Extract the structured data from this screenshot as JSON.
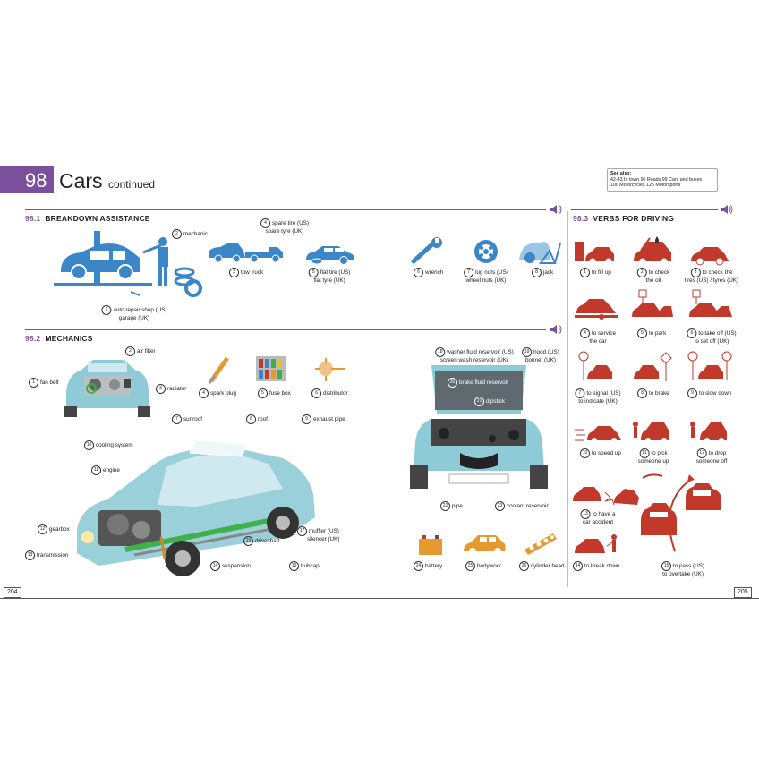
{
  "header": {
    "chapter_number": "98",
    "title": "Cars",
    "title_suffix": "continued",
    "accent": "#7a4f9c"
  },
  "see_also": {
    "heading": "See also:",
    "line1": "42-43 In town 96 Roads 99 Cars and buses",
    "line2": "100 Motorcycles 125 Motorsports"
  },
  "sections": {
    "s1": {
      "num": "98.1",
      "title": "BREAKDOWN ASSISTANCE"
    },
    "s2": {
      "num": "98.2",
      "title": "MECHANICS"
    },
    "s3": {
      "num": "98.3",
      "title": "VERBS FOR DRIVING"
    }
  },
  "breakdown": {
    "n1": "1",
    "l1a": "auto repair shop (US)",
    "l1b": "garage (UK)",
    "n2": "2",
    "l2": "mechanic",
    "n3": "3",
    "l3": "tow truck",
    "n4": "4",
    "l4a": "spare tire (US)",
    "l4b": "spare tyre (UK)",
    "n5": "5",
    "l5a": "flat tire (US)",
    "l5b": "flat tyre (UK)",
    "n6": "6",
    "l6": "wrench",
    "n7": "7",
    "l7a": "lug nuts (US)",
    "l7b": "wheel nuts (UK)",
    "n8": "8",
    "l8": "jack"
  },
  "mechanics": {
    "n1": "1",
    "l1": "fan belt",
    "n2": "2",
    "l2": "air filter",
    "n3": "3",
    "l3": "radiator",
    "n4": "4",
    "l4": "spark plug",
    "n5": "5",
    "l5": "fuse box",
    "n6": "6",
    "l6": "distributor",
    "n7": "7",
    "l7": "sunroof",
    "n8": "8",
    "l8": "roof",
    "n9": "9",
    "l9": "exhaust pipe",
    "n10": "10",
    "l10": "cooling system",
    "n11": "11",
    "l11": "engine",
    "n12": "12",
    "l12": "gearbox",
    "n13": "13",
    "l13": "transmission",
    "n14": "14",
    "l14": "suspension",
    "n15": "15",
    "l15": "driveshaft",
    "n16": "16",
    "l16": "hubcap",
    "n17": "17",
    "l17a": "muffler (US)",
    "l17b": "silencer (UK)",
    "n18": "18",
    "l18a": "washer fluid reservoir (US)",
    "l18b": "screen wash reservoir (UK)",
    "n19": "19",
    "l19a": "hood (US)",
    "l19b": "bonnet (UK)",
    "n20": "20",
    "l20": "brake fluid reservoir",
    "n21": "21",
    "l21": "dipstick",
    "n22": "22",
    "l22": "pipe",
    "n23": "23",
    "l23": "coolant reservoir",
    "n24": "24",
    "l24": "battery",
    "n25": "25",
    "l25": "bodywork",
    "n26": "26",
    "l26": "cylinder head"
  },
  "verbs": {
    "n1": "1",
    "l1": "to fill up",
    "n2": "2",
    "l2a": "to check",
    "l2b": "the oil",
    "n3": "3",
    "l3a": "to check the",
    "l3b": "tires (US) / tyres (UK)",
    "n4": "4",
    "l4a": "to service",
    "l4b": "the car",
    "n5": "5",
    "l5": "to park",
    "n6": "6",
    "l6a": "to take off (US)",
    "l6b": "to set off (UK)",
    "n7": "7",
    "l7a": "to signal (US)",
    "l7b": "to indicate (UK)",
    "n8": "8",
    "l8": "to brake",
    "n9": "9",
    "l9": "to slow down",
    "n10": "10",
    "l10": "to speed up",
    "n11": "11",
    "l11a": "to pick",
    "l11b": "someone up",
    "n12": "12",
    "l12a": "to drop",
    "l12b": "someone off",
    "n13": "13",
    "l13a": "to have a",
    "l13b": "car accident",
    "n14": "14",
    "l14": "to break down",
    "n15": "15",
    "l15a": "to pass (US)",
    "l15b": "to overtake (UK)"
  },
  "pages": {
    "left": "204",
    "right": "205"
  },
  "colors": {
    "blue": "#3a86c8",
    "teal": "#8ecbd6",
    "red": "#c0392b",
    "orange": "#e59a2e"
  }
}
